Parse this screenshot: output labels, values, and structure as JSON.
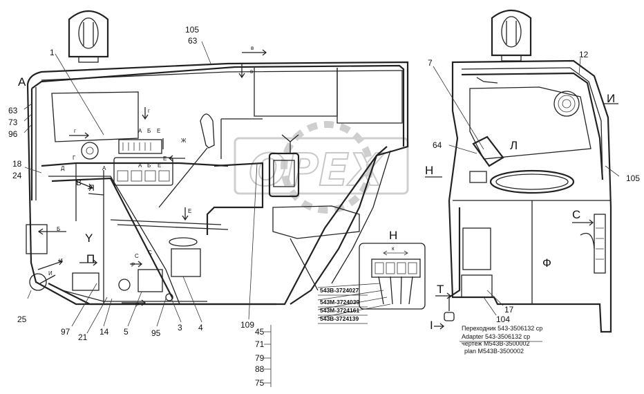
{
  "watermark": "ОРЕХ",
  "callouts": {
    "c1": "1",
    "c105a": "105",
    "c63a": "63",
    "c7": "7",
    "c12": "12",
    "c63b": "63",
    "c73": "73",
    "c96": "96",
    "c18": "18",
    "c24": "24",
    "c64": "64",
    "c105b": "105",
    "c25": "25",
    "c97": "97",
    "c21": "21",
    "c14": "14",
    "c5": "5",
    "c95": "95",
    "c3": "3",
    "c4": "4",
    "c109": "109",
    "c45": "45",
    "c71": "71",
    "c79": "79",
    "c88": "88",
    "c75": "75",
    "c17": "17",
    "c104": "104"
  },
  "view_letters": {
    "A": "А",
    "I": "И",
    "L": "Л",
    "N": "Н",
    "Nd": "Н",
    "S": "С",
    "F": "Ф",
    "T": "Т",
    "Ir": "I",
    "Y": "Y",
    "P": "П",
    "Ya": "Я",
    "V": "В"
  },
  "small_letters": {
    "v1": "в",
    "v2": "в",
    "g1": "г",
    "g2": "г",
    "g3": "Г",
    "A1": "А",
    "B1": "Б",
    "E1": "Е",
    "Zh": "Ж",
    "E2": "Е",
    "E3": "Е",
    "D": "Д",
    "A2": "А",
    "A3": "А",
    "B2": "Б",
    "E4": "Е",
    "B3": "Б",
    "I2": "И",
    "I3": "И",
    "S2": "С",
    "S3": "С",
    "R1": "Р",
    "R2": "Р",
    "K": "к"
  },
  "part_numbers": [
    "543В-3724027",
    "543М-3724039",
    "543М-3724161",
    "543В-3724139"
  ],
  "notes": {
    "adapter_ru": "Переходник 543-3506132 ср",
    "adapter_en": "Adapter 543-3506132 cp",
    "plan_ru": "чертеж М543В-3500002",
    "plan_en": "plan М543В-3500002"
  }
}
